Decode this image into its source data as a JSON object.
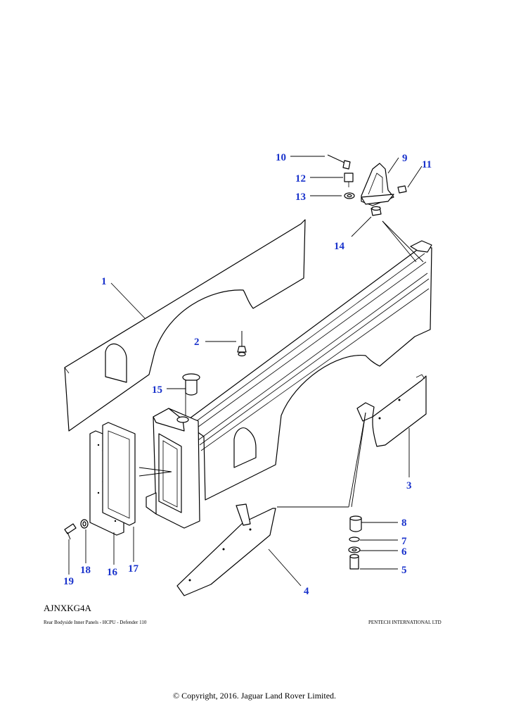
{
  "callouts": [
    "1",
    "2",
    "3",
    "4",
    "5",
    "6",
    "7",
    "8",
    "9",
    "10",
    "11",
    "12",
    "13",
    "14",
    "15",
    "16",
    "17",
    "18",
    "19"
  ],
  "diagram": {
    "reference_code": "AJNXKG4A",
    "caption_left": "Rear Bodyside Inner Panels - HCPU - Defender 110",
    "caption_right": "PENTECH INTERNATIONAL LTD"
  },
  "footer": {
    "copyright": "© Copyright, 2016. Jaguar Land Rover Limited."
  },
  "colors": {
    "callout": "#1a33cc",
    "line": "#000000",
    "background": "#ffffff"
  }
}
